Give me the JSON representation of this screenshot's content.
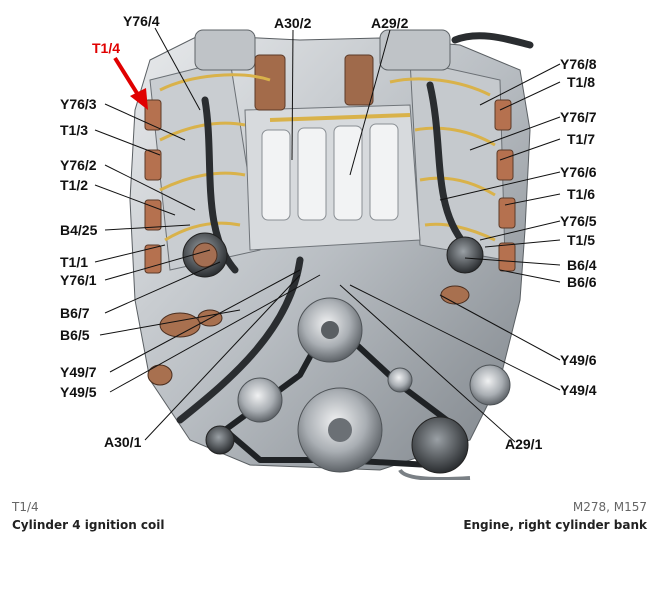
{
  "diagram": {
    "labels": {
      "y76_4": "Y76/4",
      "a30_2": "A30/2",
      "a29_2": "A29/2",
      "t1_4": "T1/4",
      "y76_8": "Y76/8",
      "t1_8": "T1/8",
      "y76_3": "Y76/3",
      "t1_3": "T1/3",
      "y76_7": "Y76/7",
      "t1_7": "T1/7",
      "y76_2": "Y76/2",
      "t1_2": "T1/2",
      "y76_6": "Y76/6",
      "t1_6": "T1/6",
      "b4_25": "B4/25",
      "y76_5": "Y76/5",
      "t1_5": "T1/5",
      "t1_1": "T1/1",
      "y76_1": "Y76/1",
      "b6_4": "B6/4",
      "b6_6": "B6/6",
      "b6_7": "B6/7",
      "b6_5": "B6/5",
      "y49_6": "Y49/6",
      "y49_7": "Y49/7",
      "y49_5": "Y49/5",
      "y49_4": "Y49/4",
      "a30_1": "A30/1",
      "a29_1": "A29/1"
    },
    "highlight_color": "#e00000"
  },
  "footer": {
    "component_code": "T1/4",
    "component_name": "Cylinder 4 ignition coil",
    "engine_models": "M278, M157",
    "view_title": "Engine, right cylinder bank"
  }
}
